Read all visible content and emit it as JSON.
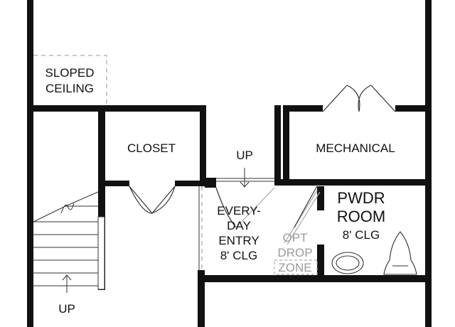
{
  "colors": {
    "wall": "#111111",
    "line": "#333333",
    "dashed": "#aaaaaa",
    "muted_text": "#9a9a9a",
    "background": "#ffffff"
  },
  "labels": {
    "sloped_ceiling": [
      "SLOPED",
      "CEILING"
    ],
    "closet": "CLOSET",
    "mechanical": "MECHANICAL",
    "up_entry": "UP",
    "up_stairs": "UP",
    "everyday_entry": [
      "EVERY-",
      "DAY",
      "ENTRY",
      "8' CLG"
    ],
    "opt_drop_zone": [
      "OPT",
      "DROP",
      "ZONE"
    ],
    "pwdr_room": [
      "PWDR",
      "ROOM",
      "8' CLG"
    ]
  }
}
